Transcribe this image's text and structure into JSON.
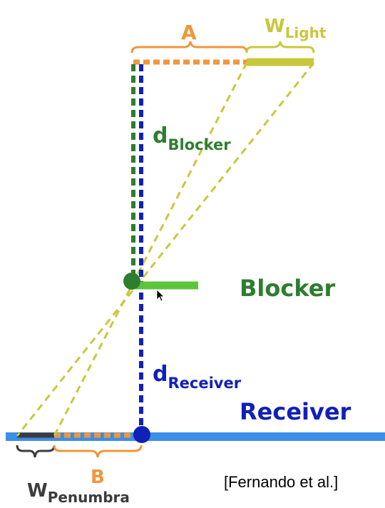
{
  "labels": {
    "a": "A",
    "w_light_main": "W",
    "w_light_sub": "Light",
    "d_blocker_main": "d",
    "d_blocker_sub": "Blocker",
    "blocker": "Blocker",
    "d_receiver_main": "d",
    "d_receiver_sub": "Receiver",
    "receiver": "Receiver",
    "b": "B",
    "w_penumbra_main": "W",
    "w_penumbra_sub": "Penumbra",
    "credit": "[Fernando et al.]"
  },
  "colors": {
    "orange": "#f0963c",
    "olive": "#c8c83c",
    "dark_green": "#2f7d2f",
    "light_green": "#5cc43a",
    "dark_blue": "#1020b8",
    "light_blue": "#3b8fe8",
    "dark_gray": "#3c3c3c",
    "black": "#000000"
  },
  "icons": {
    "cursor": "mouse-pointer-icon"
  }
}
